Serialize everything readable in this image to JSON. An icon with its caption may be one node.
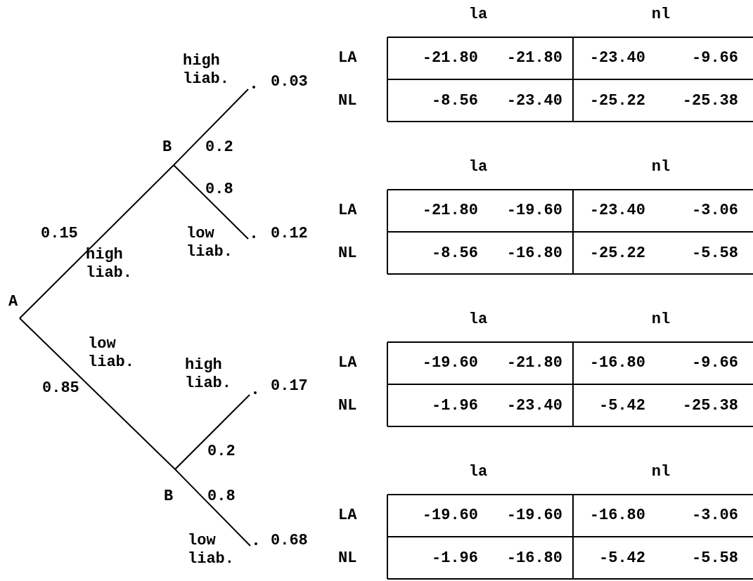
{
  "diagram": {
    "nodes": [
      {
        "text": [
          "A"
        ]
      },
      {
        "text": [
          "B"
        ]
      },
      {
        "text": [
          "0.03"
        ]
      },
      {
        "text": [
          "0.12"
        ]
      },
      {
        "text": [
          "B"
        ]
      },
      {
        "text": [
          "0.17"
        ]
      },
      {
        "text": [
          "0.68"
        ]
      }
    ],
    "edges": [
      {
        "from": 0,
        "to": 1,
        "arrow": "none",
        "label": "high liab."
      },
      {
        "from": 1,
        "to": 2,
        "arrow": "none",
        "label": "high liab."
      },
      {
        "from": 1,
        "to": 3,
        "arrow": "none",
        "label": "low liab."
      },
      {
        "from": 0,
        "to": 4,
        "arrow": "none",
        "label": "low liab."
      },
      {
        "from": 4,
        "to": 5,
        "arrow": "none",
        "label": "high liab."
      },
      {
        "from": 4,
        "to": 6,
        "arrow": "none",
        "label": "low liab."
      }
    ],
    "labels": [
      "0.15",
      "0.2",
      "0.8",
      "0.85",
      "0.2",
      "0.8",
      "la",
      "nl",
      "LA",
      "-21.80",
      "-21.80",
      "-23.40",
      "-9.66",
      "NL",
      "-8.56",
      "-23.40",
      "-25.22",
      "-25.38",
      "la",
      "nl",
      "LA",
      "-21.80",
      "-19.60",
      "-23.40",
      "-3.06",
      "NL",
      "-8.56",
      "-16.80",
      "-25.22",
      "-5.58",
      "la",
      "nl",
      "LA",
      "-19.60",
      "-21.80",
      "-16.80",
      "-9.66",
      "NL",
      "-1.96",
      "-23.40",
      "-5.42",
      "-25.38",
      "la",
      "nl",
      "LA",
      "-19.60",
      "-19.60",
      "-16.80",
      "-3.06",
      "NL",
      "-1.96",
      "-16.80",
      "-5.42",
      "-5.58"
    ]
  }
}
